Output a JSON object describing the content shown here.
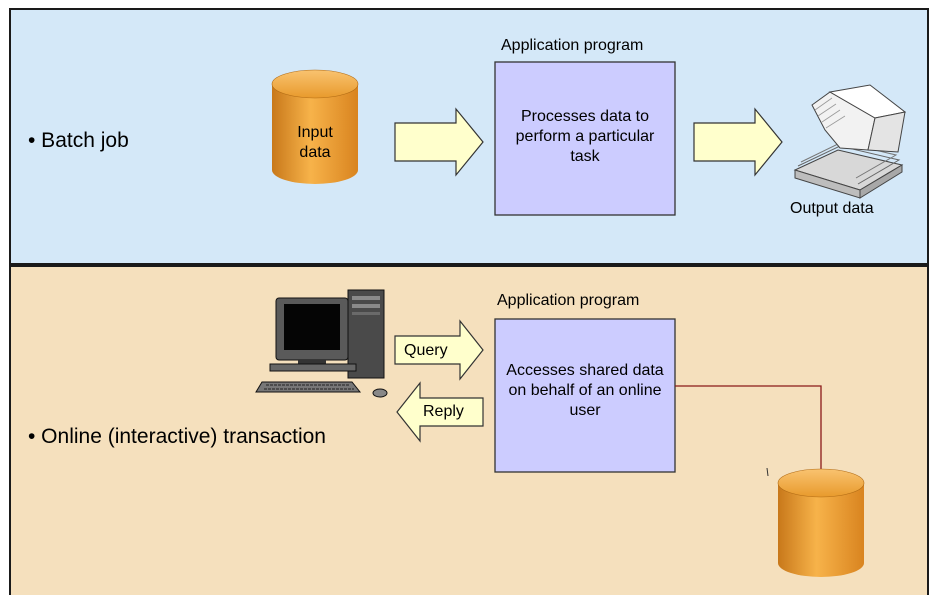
{
  "colors": {
    "batch_bg": "#d4e8f8",
    "online_bg": "#f5e0bd",
    "program_box": "#ccccff",
    "arrow_fill": "#ffffcc",
    "cylinder": "#f0a02a",
    "link_line": "#8b1a1a"
  },
  "batch": {
    "bullet_label": "• Batch job",
    "input_label": "Input data",
    "program_title": "Application program",
    "program_text": "Processes data to perform a particular task",
    "output_label": "Output data",
    "printer_icon": "printer-output-icon",
    "database_icon": "database-cylinder-icon"
  },
  "online": {
    "bullet_label": "• Online (interactive) transaction",
    "program_title": "Application program",
    "program_text": "Accesses shared data on behalf of an online user",
    "query_label": "Query",
    "reply_label": "Reply",
    "computer_icon": "desktop-computer-icon",
    "database_icon": "database-cylinder-icon"
  }
}
